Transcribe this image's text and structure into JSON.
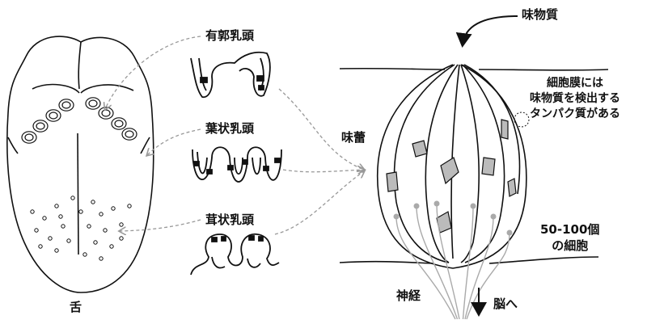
{
  "labels": {
    "circumvallate": "有郭乳頭",
    "foliate": "葉状乳頭",
    "fungiform": "茸状乳頭",
    "tongue": "舌",
    "taste_substance": "味物質",
    "receptor_note": [
      "細胞膜には",
      "味物質を検出する",
      "タンパク質がある"
    ],
    "taste_bud": "味蕾",
    "cell_count": [
      "50-100個",
      "の細胞"
    ],
    "nerve": "神経",
    "to_brain": "脳へ"
  },
  "colors": {
    "line": "#111111",
    "dashed": "#999999",
    "cell_fill": "#bbbbbb",
    "nerve": "#aaaaaa"
  }
}
